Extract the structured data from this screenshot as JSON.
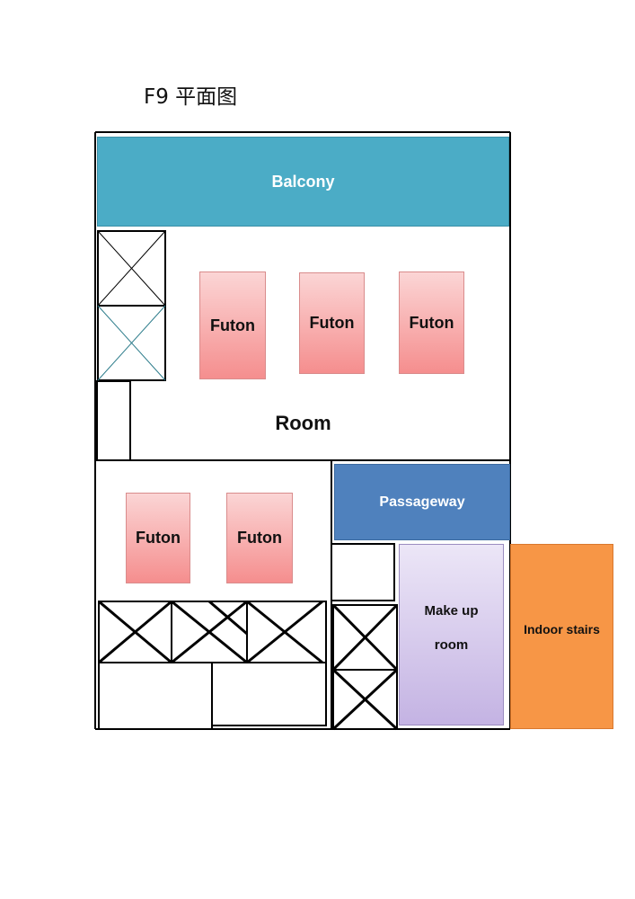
{
  "title": "F9 平面图",
  "rooms": {
    "balcony": "Balcony",
    "room": "Room",
    "passageway": "Passageway",
    "makeup_line1": "Make up",
    "makeup_line2": "room",
    "indoor_stairs": "Indoor stairs"
  },
  "futons": [
    "Futon",
    "Futon",
    "Futon",
    "Futon",
    "Futon"
  ],
  "colors": {
    "balcony": "#4bacc6",
    "passageway": "#4f81bd",
    "stairs": "#f79646",
    "makeup_top": "#ece6f7",
    "makeup_bottom": "#c4b3e3",
    "futon_top": "#fbd5d5",
    "futon_bottom": "#f58e8e"
  }
}
